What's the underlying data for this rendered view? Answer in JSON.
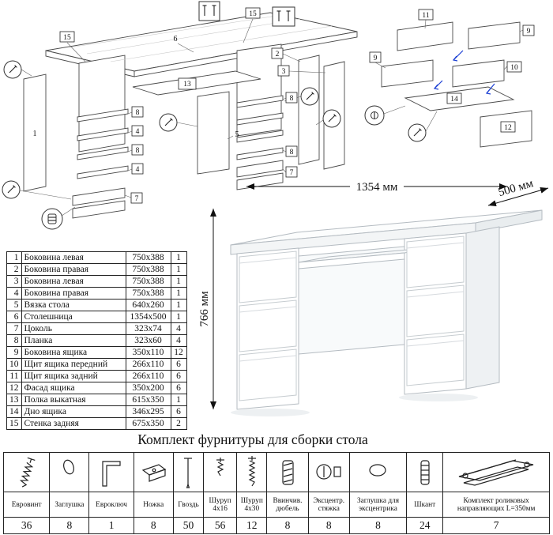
{
  "assembly": {
    "labels": [
      "15",
      "6",
      "15",
      "13",
      "1",
      "8",
      "4",
      "8",
      "4",
      "7",
      "2",
      "3",
      "8",
      "8",
      "7",
      "5"
    ]
  },
  "detail": {
    "labels": [
      "11",
      "9",
      "9",
      "10",
      "14",
      "12"
    ]
  },
  "desk": {
    "width_label": "1354 мм",
    "depth_label": "500 мм",
    "height_label": "766 мм"
  },
  "parts": {
    "rows": [
      {
        "num": "1",
        "name": "Боковина левая",
        "size": "750x388",
        "qty": "1"
      },
      {
        "num": "2",
        "name": "Боковина правая",
        "size": "750x388",
        "qty": "1"
      },
      {
        "num": "3",
        "name": "Боковина левая",
        "size": "750x388",
        "qty": "1"
      },
      {
        "num": "4",
        "name": "Боковина правая",
        "size": "750x388",
        "qty": "1"
      },
      {
        "num": "5",
        "name": "Вязка стола",
        "size": "640x260",
        "qty": "1"
      },
      {
        "num": "6",
        "name": "Столешница",
        "size": "1354x500",
        "qty": "1"
      },
      {
        "num": "7",
        "name": "Цоколь",
        "size": "323x74",
        "qty": "4"
      },
      {
        "num": "8",
        "name": "Планка",
        "size": "323x60",
        "qty": "4"
      },
      {
        "num": "9",
        "name": "Боковина ящика",
        "size": "350x110",
        "qty": "12"
      },
      {
        "num": "10",
        "name": "Щит ящика передний",
        "size": "266x110",
        "qty": "6"
      },
      {
        "num": "11",
        "name": "Щит ящика задний",
        "size": "266x110",
        "qty": "6"
      },
      {
        "num": "12",
        "name": "Фасад ящика",
        "size": "350x200",
        "qty": "6"
      },
      {
        "num": "13",
        "name": "Полка выкатная",
        "size": "615x350",
        "qty": "1"
      },
      {
        "num": "14",
        "name": "Дно ящика",
        "size": "346x295",
        "qty": "6"
      },
      {
        "num": "15",
        "name": "Стенка задняя",
        "size": "675x350",
        "qty": "2"
      }
    ]
  },
  "hardware": {
    "title": "Комплект фурнитуры для сборки стола",
    "items": [
      {
        "name": "Евровинт",
        "qty": "36",
        "icon": "confirmat-screw-icon"
      },
      {
        "name": "Заглушка",
        "qty": "8",
        "icon": "cap-icon"
      },
      {
        "name": "Евроключ",
        "qty": "1",
        "icon": "hex-key-icon"
      },
      {
        "name": "Ножка",
        "qty": "8",
        "icon": "foot-icon"
      },
      {
        "name": "Гвоздь",
        "qty": "50",
        "icon": "nail-icon"
      },
      {
        "name": "Шуруп 4x16",
        "qty": "56",
        "icon": "screw-4x16-icon"
      },
      {
        "name": "Шуруп 4x30",
        "qty": "12",
        "icon": "screw-4x30-icon"
      },
      {
        "name": "Ввинчив. дюбель",
        "qty": "8",
        "icon": "screw-in-dowel-icon"
      },
      {
        "name": "Эксцентр. стяжка",
        "qty": "8",
        "icon": "eccentric-cam-icon"
      },
      {
        "name": "Заглушка для эксцентрика",
        "qty": "8",
        "icon": "eccentric-cap-icon"
      },
      {
        "name": "Шкант",
        "qty": "24",
        "icon": "wooden-dowel-icon"
      },
      {
        "name": "Комплект роликовых направляющих L=350мм",
        "qty": "7",
        "icon": "roller-guides-icon"
      }
    ]
  }
}
